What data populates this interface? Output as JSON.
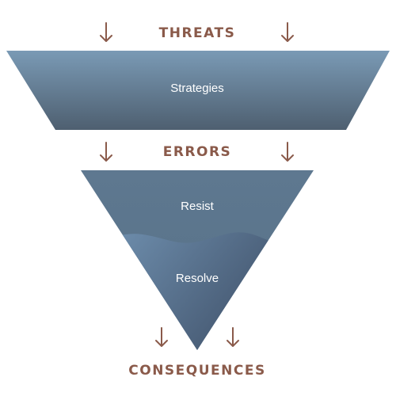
{
  "labels": {
    "threats": "THREATS",
    "errors": "ERRORS",
    "consequences": "CONSEQUENCES"
  },
  "shapes": {
    "trapezoid_label": "Strategies",
    "triangle_top_label": "Resist",
    "triangle_bottom_label": "Resolve"
  },
  "colors": {
    "heading": "#8a5a4a",
    "trapezoid_top": "#7a9ab5",
    "trapezoid_bottom": "#4e5f70",
    "triangle_top": "#58728a",
    "triangle_bottom_light": "#6d8eae",
    "triangle_bottom_dark": "#3f5068"
  },
  "icons": {
    "arrow": "down-arrow-icon"
  }
}
